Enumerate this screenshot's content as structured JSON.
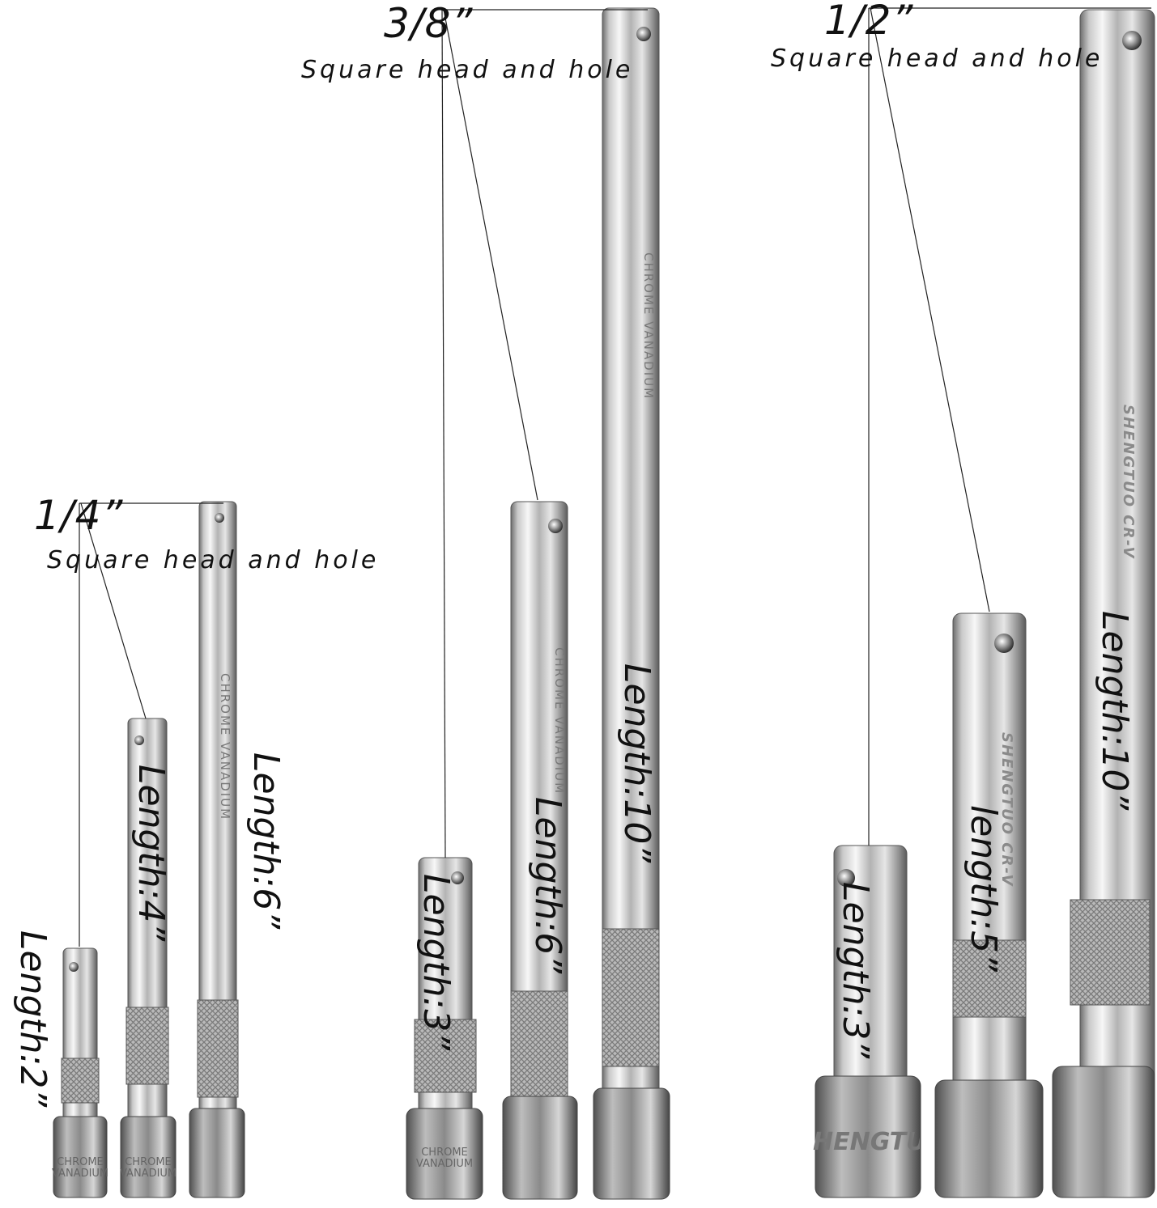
{
  "groups": [
    {
      "size": "1/4”",
      "subtitle": "Square head and hole",
      "lengths": [
        "Length:2”",
        "Length:4”",
        "Length:6”"
      ],
      "brand": "CHROME VANADIUM",
      "band_lines": [
        "CHROME",
        "VANADIUM"
      ]
    },
    {
      "size": "3/8”",
      "subtitle": "Square head and hole",
      "lengths": [
        "Length:3”",
        "Length:6”",
        "Length:10”"
      ],
      "brand": "CHROME VANADIUM",
      "band_lines": [
        "CHROME",
        "VANADIUM"
      ]
    },
    {
      "size": "1/2”",
      "subtitle": "Square head and hole",
      "lengths": [
        "Length:3”",
        "length:5”",
        "Length:10”"
      ],
      "brand": "SHENGTUO CR-V",
      "band_text": "HENGTU"
    }
  ]
}
